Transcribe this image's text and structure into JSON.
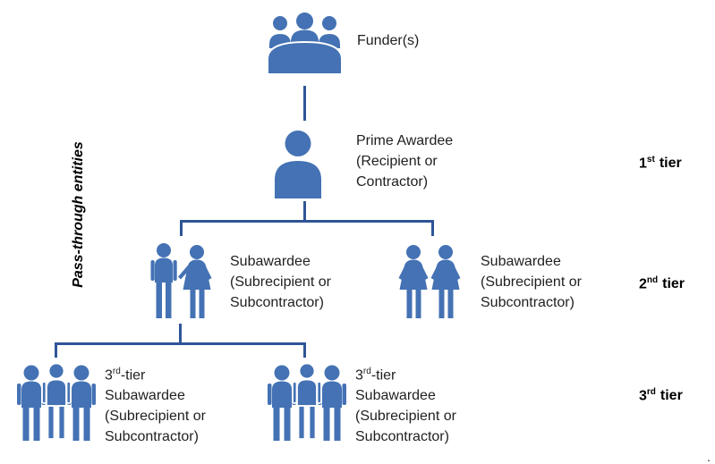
{
  "diagram": {
    "side_label": "Pass-through entities",
    "colors": {
      "icon_blue": "#4472B4",
      "line_blue": "#2F5597",
      "text": "#1F1F1F"
    },
    "nodes": {
      "funder": {
        "icon": "group-around-table-icon",
        "label": "Funder(s)"
      },
      "prime_awardee": {
        "icon": "single-person-icon",
        "lines": [
          "Prime Awardee",
          "(Recipient or",
          "Contractor)"
        ]
      },
      "subawardee_left": {
        "icon": "man-woman-couple-icon",
        "lines": [
          "Subawardee",
          "(Subrecipient or",
          "Subcontractor)"
        ]
      },
      "subawardee_right": {
        "icon": "two-women-icon",
        "lines": [
          "Subawardee",
          "(Subrecipient or",
          "Subcontractor)"
        ]
      },
      "third_tier_left": {
        "icon": "three-people-icon",
        "line1": {
          "num": "3",
          "sup": "rd",
          "rest": "-tier"
        },
        "lines": [
          "Subawardee",
          "(Subrecipient or",
          "Subcontractor)"
        ]
      },
      "third_tier_right": {
        "icon": "three-people-icon",
        "line1": {
          "num": "3",
          "sup": "rd",
          "rest": "-tier"
        },
        "lines": [
          "Subawardee",
          "(Subrecipient or",
          "Subcontractor)"
        ]
      }
    },
    "tier_labels": [
      {
        "num": "1",
        "sup": "st",
        "word": "tier"
      },
      {
        "num": "2",
        "sup": "nd",
        "word": "tier"
      },
      {
        "num": "3",
        "sup": "rd",
        "word": "tier"
      }
    ],
    "footer_dot": "."
  }
}
